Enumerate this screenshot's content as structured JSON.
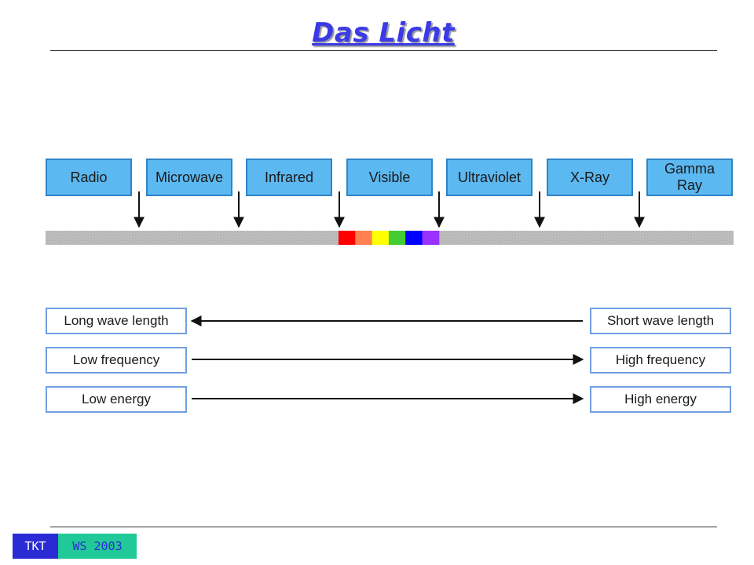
{
  "slide": {
    "title": "Das Licht"
  },
  "spectrum_labels": [
    "Radio",
    "Microwave",
    "Infrared",
    "Visible",
    "Ultraviolet",
    "X-Ray",
    "Gamma\nRay"
  ],
  "visible_colors": [
    "#ff0000",
    "#ff8050",
    "#ffff00",
    "#44cc33",
    "#0000ff",
    "#9932ff"
  ],
  "band_colors": {
    "fill": "#5cb8f0",
    "border": "#2f84c6",
    "bar_gray": "#b8b8b8"
  },
  "properties": {
    "left": [
      "Long wave length",
      "Low frequency",
      "Low energy"
    ],
    "right": [
      "Short wave length",
      "High frequency",
      "High energy"
    ],
    "directions": [
      "left",
      "right",
      "right"
    ]
  },
  "footer": {
    "left_tag": "TKT",
    "right_tag": "WS 2003"
  }
}
